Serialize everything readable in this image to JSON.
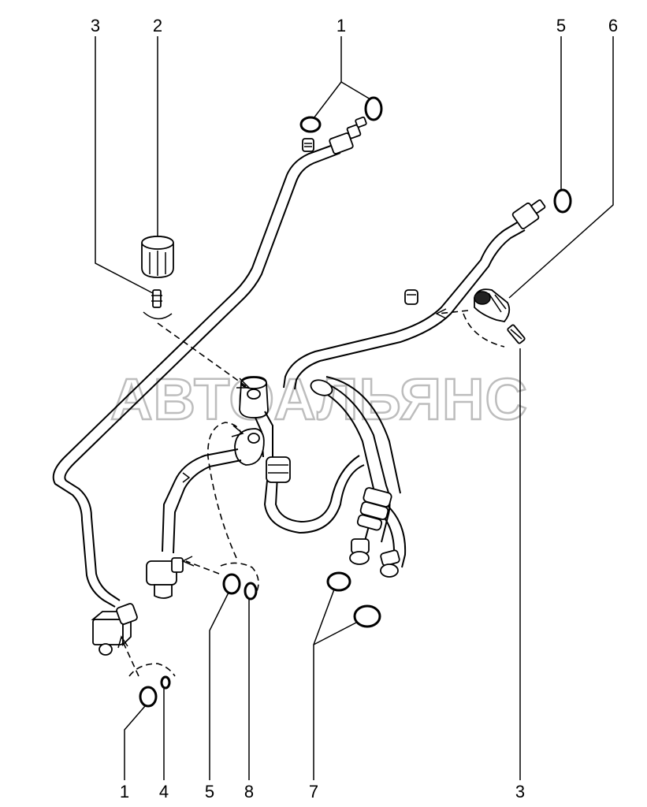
{
  "watermark": "АВТОАЛЬЯНС",
  "callouts": {
    "top": [
      "3",
      "2",
      "1",
      "5",
      "6"
    ],
    "bottom": [
      "1",
      "4",
      "5",
      "8",
      "7",
      "3"
    ]
  }
}
